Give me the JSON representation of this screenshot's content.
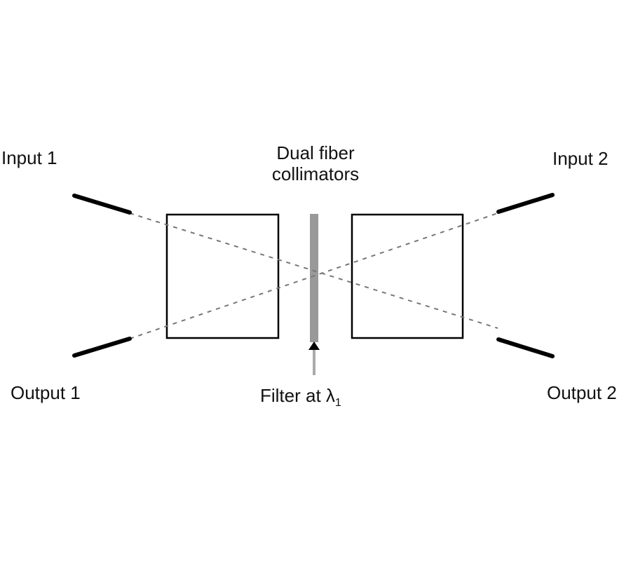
{
  "diagram": {
    "title_label": {
      "line1": "Dual fiber",
      "line2": "collimators"
    },
    "ports": {
      "input1": "Input 1",
      "output1": "Output 1",
      "input2": "Input 2",
      "output2": "Output 2"
    },
    "filter_label": {
      "text": "Filter at ",
      "symbol": "λ",
      "subscript": "1"
    },
    "colors": {
      "line": "#000000",
      "filter": "#999999",
      "beam": "#777777",
      "background": "#ffffff"
    }
  }
}
